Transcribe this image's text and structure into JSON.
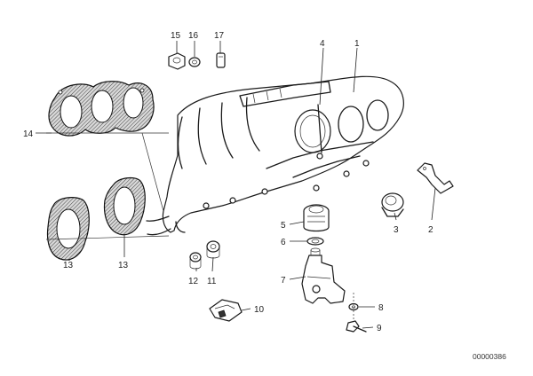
{
  "callouts": {
    "c1": "1",
    "c2": "2",
    "c3": "3",
    "c4": "4",
    "c5": "5",
    "c6": "6",
    "c7": "7",
    "c8": "8",
    "c9": "9",
    "c10": "10",
    "c11": "11",
    "c12": "12",
    "c13a": "13",
    "c13b": "13",
    "c14": "14",
    "c15": "15",
    "c16": "16",
    "c17": "17"
  },
  "reference_number": "00000386"
}
